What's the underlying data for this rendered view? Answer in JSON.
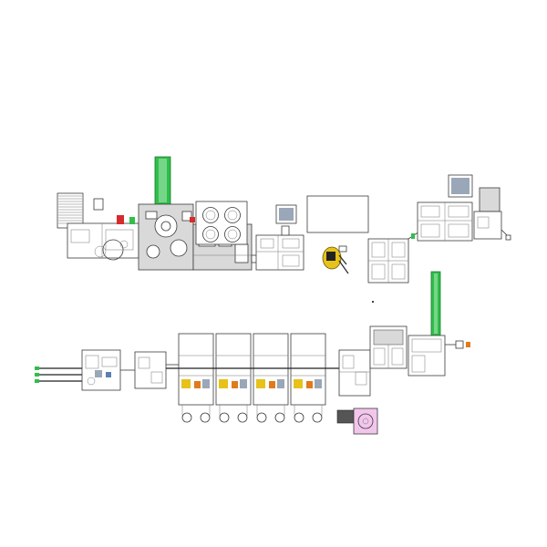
{
  "figure": {
    "colors": {
      "background": "#ffffff",
      "line": "#3a3a3a",
      "green": "#2fbf4a",
      "yellow": "#e6c21a",
      "orange": "#e07b1a",
      "red": "#d62b2b",
      "blue_gray": "#9aa7b8",
      "pink": "#f2c6ec"
    },
    "upper_line": {
      "stations": [
        {
          "id": "u-roller-rack"
        },
        {
          "id": "u-feed-station"
        },
        {
          "id": "u-main-machine"
        },
        {
          "id": "u-green-conveyor"
        },
        {
          "id": "u-quad-disc-unit"
        },
        {
          "id": "u-monitor-cell"
        },
        {
          "id": "u-open-frame"
        },
        {
          "id": "u-yellow-robot"
        },
        {
          "id": "u-tower-cell"
        },
        {
          "id": "u-monitor-cell-2"
        },
        {
          "id": "u-end-cabinet"
        }
      ]
    },
    "lower_line": {
      "stations": [
        {
          "id": "l-feed-lanes"
        },
        {
          "id": "l-loader"
        },
        {
          "id": "l-module-1"
        },
        {
          "id": "l-module-2"
        },
        {
          "id": "l-module-3"
        },
        {
          "id": "l-module-4"
        },
        {
          "id": "l-inspection"
        },
        {
          "id": "l-tower"
        },
        {
          "id": "l-green-conveyor"
        },
        {
          "id": "l-output"
        },
        {
          "id": "l-pink-unit"
        }
      ]
    }
  }
}
